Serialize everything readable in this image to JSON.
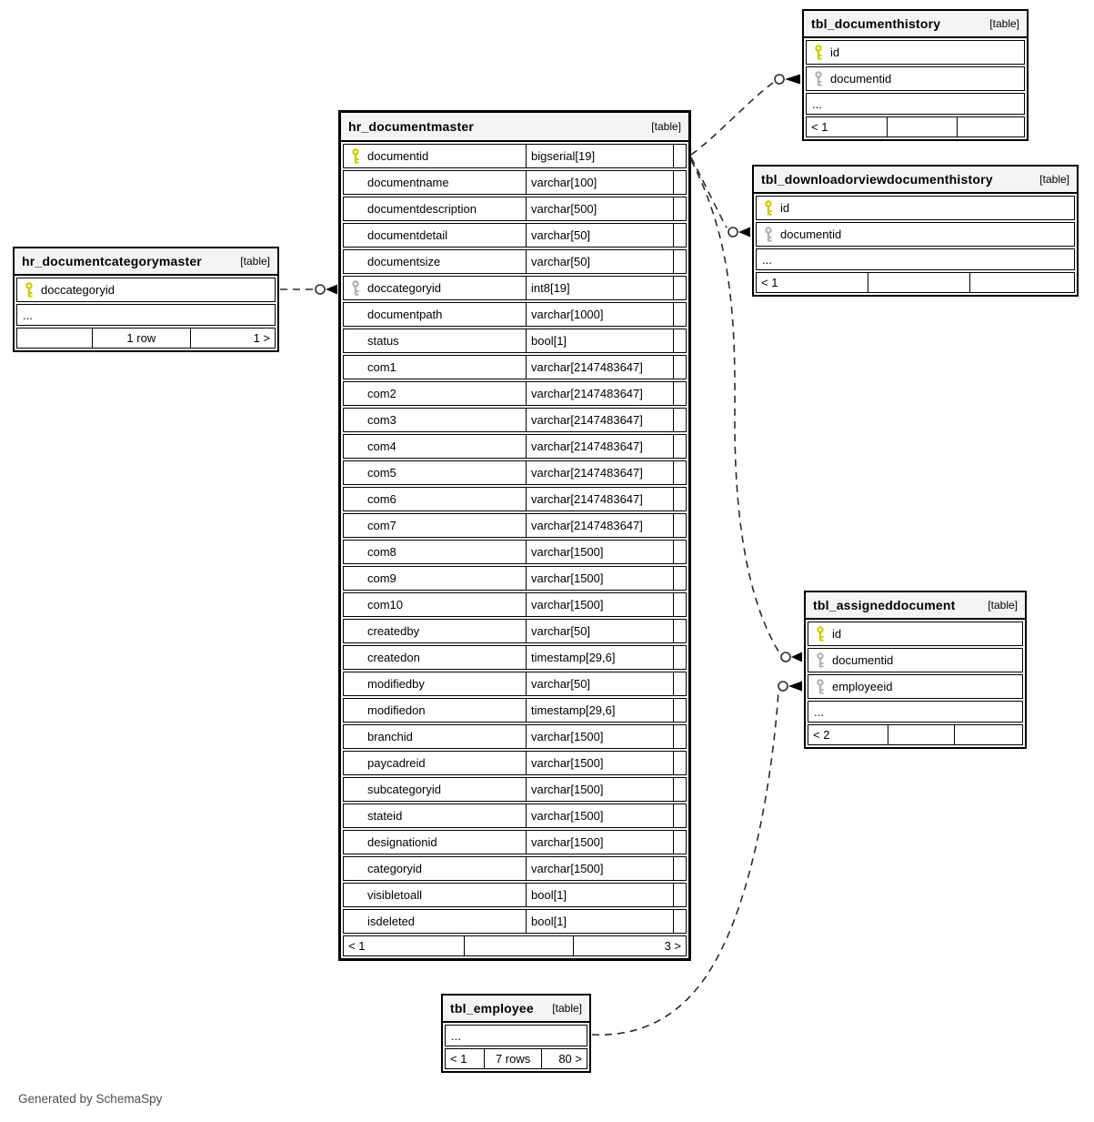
{
  "caption": "Generated by SchemaSpy",
  "header_tag": "[table]",
  "more_indicator": "...",
  "colors": {
    "pk_key": "#cccc00",
    "fk_key": "#b3b3b3",
    "header_bg": "#f4f4f4",
    "border": "#000000",
    "relationship_line": "#2b2b2b",
    "caption_text": "#4d4d4d"
  },
  "tables": [
    {
      "id": "hr_documentmaster",
      "title": "hr_documentmaster",
      "tag": "[table]",
      "columns": [
        {
          "name": "documentid",
          "type": "bigserial[19]",
          "key": "pk"
        },
        {
          "name": "documentname",
          "type": "varchar[100]",
          "key": ""
        },
        {
          "name": "documentdescription",
          "type": "varchar[500]",
          "key": ""
        },
        {
          "name": "documentdetail",
          "type": "varchar[50]",
          "key": ""
        },
        {
          "name": "documentsize",
          "type": "varchar[50]",
          "key": ""
        },
        {
          "name": "doccategoryid",
          "type": "int8[19]",
          "key": "fk"
        },
        {
          "name": "documentpath",
          "type": "varchar[1000]",
          "key": ""
        },
        {
          "name": "status",
          "type": "bool[1]",
          "key": ""
        },
        {
          "name": "com1",
          "type": "varchar[2147483647]",
          "key": ""
        },
        {
          "name": "com2",
          "type": "varchar[2147483647]",
          "key": ""
        },
        {
          "name": "com3",
          "type": "varchar[2147483647]",
          "key": ""
        },
        {
          "name": "com4",
          "type": "varchar[2147483647]",
          "key": ""
        },
        {
          "name": "com5",
          "type": "varchar[2147483647]",
          "key": ""
        },
        {
          "name": "com6",
          "type": "varchar[2147483647]",
          "key": ""
        },
        {
          "name": "com7",
          "type": "varchar[2147483647]",
          "key": ""
        },
        {
          "name": "com8",
          "type": "varchar[1500]",
          "key": ""
        },
        {
          "name": "com9",
          "type": "varchar[1500]",
          "key": ""
        },
        {
          "name": "com10",
          "type": "varchar[1500]",
          "key": ""
        },
        {
          "name": "createdby",
          "type": "varchar[50]",
          "key": ""
        },
        {
          "name": "createdon",
          "type": "timestamp[29,6]",
          "key": ""
        },
        {
          "name": "modifiedby",
          "type": "varchar[50]",
          "key": ""
        },
        {
          "name": "modifiedon",
          "type": "timestamp[29,6]",
          "key": ""
        },
        {
          "name": "branchid",
          "type": "varchar[1500]",
          "key": ""
        },
        {
          "name": "paycadreid",
          "type": "varchar[1500]",
          "key": ""
        },
        {
          "name": "subcategoryid",
          "type": "varchar[1500]",
          "key": ""
        },
        {
          "name": "stateid",
          "type": "varchar[1500]",
          "key": ""
        },
        {
          "name": "designationid",
          "type": "varchar[1500]",
          "key": ""
        },
        {
          "name": "categoryid",
          "type": "varchar[1500]",
          "key": ""
        },
        {
          "name": "visibletoall",
          "type": "bool[1]",
          "key": ""
        },
        {
          "name": "isdeleted",
          "type": "bool[1]",
          "key": ""
        }
      ],
      "ellipsis": "",
      "footer": [
        "< 1",
        "",
        "3 >"
      ]
    },
    {
      "id": "tbl_documenthistory",
      "title": "tbl_documenthistory",
      "tag": "[table]",
      "columns": [
        {
          "name": "id",
          "type": "",
          "key": "pk"
        },
        {
          "name": "documentid",
          "type": "",
          "key": "fk"
        }
      ],
      "ellipsis": "...",
      "footer": [
        "< 1",
        "",
        ""
      ]
    },
    {
      "id": "tbl_downloadorviewdocumenthistory",
      "title": "tbl_downloadorviewdocumenthistory",
      "tag": "[table]",
      "columns": [
        {
          "name": "id",
          "type": "",
          "key": "pk"
        },
        {
          "name": "documentid",
          "type": "",
          "key": "fk"
        }
      ],
      "ellipsis": "...",
      "footer": [
        "< 1",
        "",
        ""
      ]
    },
    {
      "id": "hr_documentcategorymaster",
      "title": "hr_documentcategorymaster",
      "tag": "[table]",
      "columns": [
        {
          "name": "doccategoryid",
          "type": "",
          "key": "pk"
        }
      ],
      "ellipsis": "...",
      "footer": [
        "",
        "1 row",
        "1 >"
      ]
    },
    {
      "id": "tbl_assigneddocument",
      "title": "tbl_assigneddocument",
      "tag": "[table]",
      "columns": [
        {
          "name": "id",
          "type": "",
          "key": "pk"
        },
        {
          "name": "documentid",
          "type": "",
          "key": "fk"
        },
        {
          "name": "employeeid",
          "type": "",
          "key": "fk"
        }
      ],
      "ellipsis": "...",
      "footer": [
        "< 2",
        "",
        ""
      ]
    },
    {
      "id": "tbl_employee",
      "title": "tbl_employee",
      "tag": "[table]",
      "columns": [],
      "ellipsis": "...",
      "footer": [
        "< 1",
        "7 rows",
        "80 >"
      ]
    }
  ],
  "relationships": [
    {
      "from": "hr_documentmaster.doccategoryid",
      "to": "hr_documentcategorymaster.doccategoryid"
    },
    {
      "from": "tbl_documenthistory.documentid",
      "to": "hr_documentmaster.documentid"
    },
    {
      "from": "tbl_downloadorviewdocumenthistory.documentid",
      "to": "hr_documentmaster.documentid"
    },
    {
      "from": "tbl_assigneddocument.documentid",
      "to": "hr_documentmaster.documentid"
    },
    {
      "from": "tbl_assigneddocument.employeeid",
      "to": "tbl_employee.employeeid"
    }
  ]
}
